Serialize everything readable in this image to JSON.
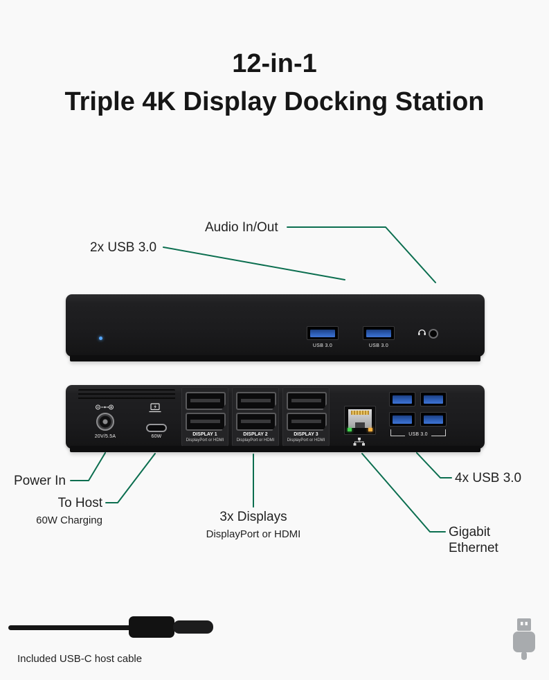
{
  "colors": {
    "background": "#f9f9f9",
    "callout_line": "#0b6e4f",
    "device_body": "#1e1e20",
    "usb_port_blue": "#2e5fb7",
    "text": "#1f1f1f"
  },
  "title": {
    "line1": "12-in-1",
    "line2": "Triple 4K Display Docking Station"
  },
  "callouts": {
    "front_usb": {
      "label": "2x USB 3.0"
    },
    "audio": {
      "label": "Audio In/Out"
    },
    "power_in": {
      "label": "Power In"
    },
    "to_host": {
      "label": "To Host",
      "sublabel": "60W Charging"
    },
    "displays": {
      "label": "3x Displays",
      "sublabel": "DisplayPort or HDMI"
    },
    "back_usb": {
      "label": "4x USB 3.0"
    },
    "ethernet": {
      "label_line1": "Gigabit",
      "label_line2": "Ethernet"
    }
  },
  "front_device": {
    "usb_port_labels": [
      "USB 3.0",
      "USB 3.0"
    ],
    "icons": [
      "power-led",
      "headset-icon",
      "audio-jack-port"
    ]
  },
  "back_device": {
    "power": {
      "icon": "dc-polarity-icon",
      "label": "20V/5.5A"
    },
    "usb_c_host": {
      "icon": "laptop-charging-icon",
      "label": "60W"
    },
    "displays": [
      {
        "name": "DISPLAY 1",
        "sub": "DisplayPort or HDMI"
      },
      {
        "name": "DISPLAY 2",
        "sub": "DisplayPort or HDMI"
      },
      {
        "name": "DISPLAY 3",
        "sub": "DisplayPort or HDMI"
      }
    ],
    "ethernet": {
      "icon": "network-icon"
    },
    "usb_group": {
      "label": "USB 3.0"
    }
  },
  "cable": {
    "caption": "Included USB-C host cable"
  },
  "brand": {
    "icon": "usb-plug-logo"
  }
}
